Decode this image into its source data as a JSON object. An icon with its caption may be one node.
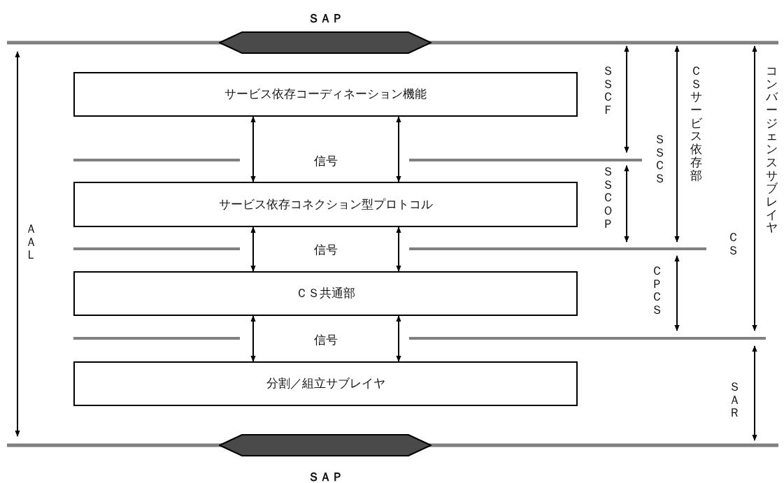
{
  "diagram": {
    "nodes": [
      {
        "text": [],
        "shape": "hexagon",
        "beside": [
          "ＳＡＰ"
        ]
      },
      {
        "text": [
          "サービス依存コーディネーション機能"
        ]
      },
      {
        "text": [
          "サービス依存コネクション型プロトコル"
        ]
      },
      {
        "text": [
          "ＣＳ共通部"
        ]
      },
      {
        "text": [
          "分割／組立サブレイヤ"
        ]
      },
      {
        "text": [],
        "shape": "hexagon",
        "beside": [
          "ＳＡＰ"
        ]
      }
    ],
    "edges": [
      {
        "from": 1,
        "to": 2,
        "arrow": "both"
      },
      {
        "from": 1,
        "to": 2,
        "arrow": "both"
      },
      {
        "from": 2,
        "to": 3,
        "arrow": "both"
      },
      {
        "from": 2,
        "to": 3,
        "arrow": "both"
      },
      {
        "from": 3,
        "to": 4,
        "arrow": "both"
      },
      {
        "from": 3,
        "to": 4,
        "arrow": "both"
      }
    ],
    "labels": [
      "ＳＳＣＦ",
      "ＣＳサービス依存部",
      "コンバージェンスサブレイヤ",
      "ＡＡＬ",
      "信号",
      "ＳＳＣＳ",
      "ＳＳＣＯＰ",
      "ＣＳ",
      "信号",
      "ＣＰＣＳ",
      "信号",
      "ＳＡＲ"
    ]
  }
}
